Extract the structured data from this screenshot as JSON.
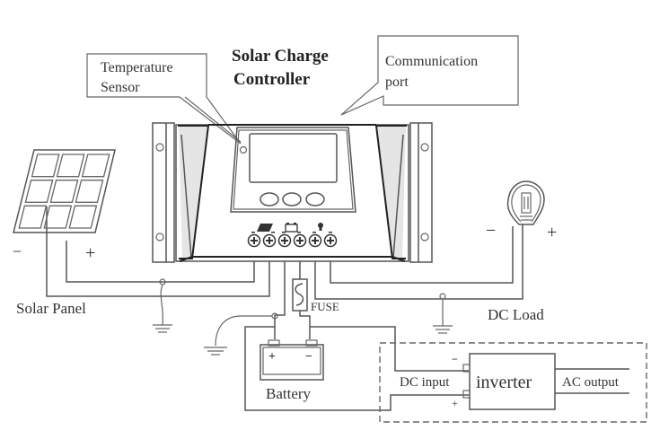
{
  "title": {
    "line1": "Solar Charge",
    "line2": "Controller"
  },
  "callouts": {
    "temperature_sensor": {
      "line1": "Temperature",
      "line2": "Sensor"
    },
    "communication_port": {
      "line1": "Communication",
      "line2": "port"
    }
  },
  "components": {
    "solar_panel": {
      "label": "Solar Panel",
      "minus": "−",
      "plus": "+"
    },
    "dc_load": {
      "label": "DC Load",
      "minus": "−",
      "plus": "+"
    },
    "fuse": {
      "label": "FUSE"
    },
    "battery": {
      "label": "Battery",
      "plus": "+",
      "minus": "−"
    },
    "inverter": {
      "label": "inverter",
      "dc_input": "DC input",
      "ac_output": "AC output",
      "minus": "−",
      "plus": "+"
    }
  },
  "terminals": {
    "groups": [
      "solar-panel-icon",
      "battery-icon",
      "bulb-icon"
    ],
    "polarity": [
      "+",
      "−",
      "+",
      "−",
      "+",
      "−"
    ]
  },
  "colors": {
    "line": "#555555",
    "text": "#333333",
    "background": "#ffffff"
  }
}
